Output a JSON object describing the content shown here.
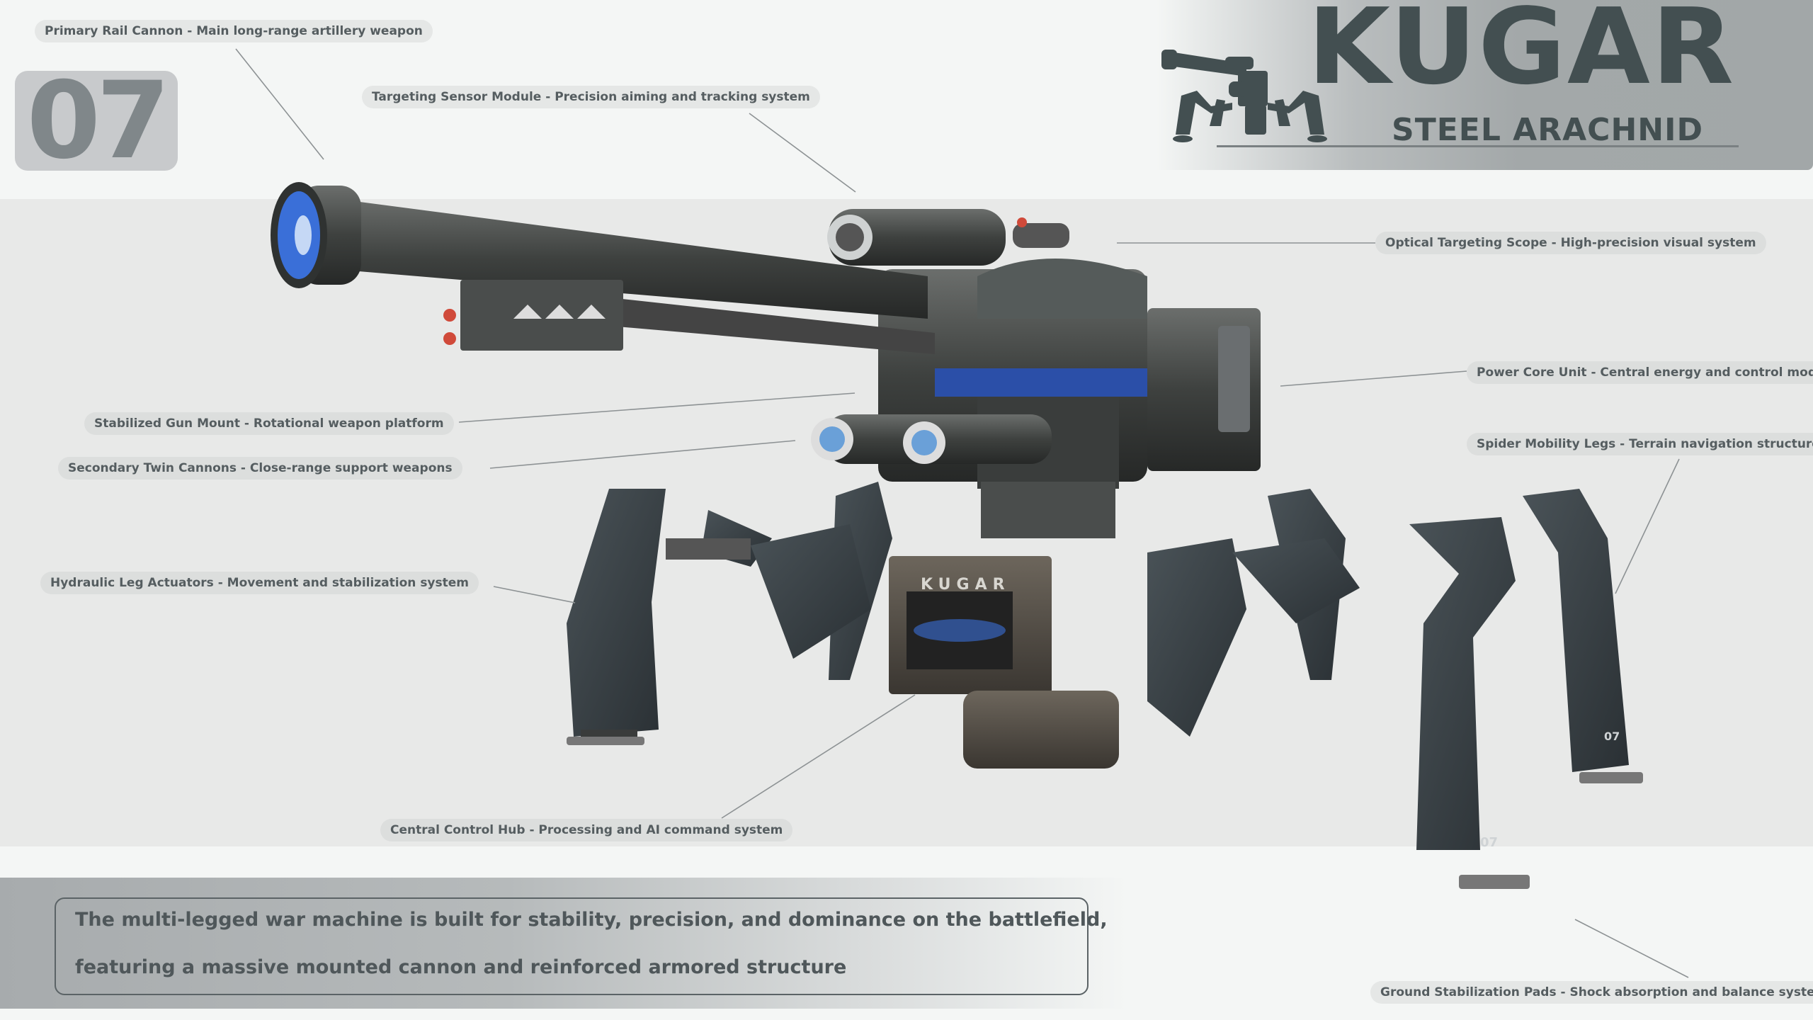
{
  "header": {
    "number_badge": "07",
    "brand_title": "KUGAR",
    "brand_subtitle": "STEEL ARACHNID"
  },
  "callouts": [
    {
      "id": "primary-rail-cannon",
      "label": "Primary Rail Cannon - Main long-range artillery weapon"
    },
    {
      "id": "targeting-sensor-module",
      "label": "Targeting Sensor Module - Precision aiming and tracking system"
    },
    {
      "id": "optical-targeting-scope",
      "label": "Optical Targeting Scope - High-precision visual system"
    },
    {
      "id": "power-core-unit",
      "label": "Power Core Unit - Central energy and control module"
    },
    {
      "id": "spider-mobility-legs",
      "label": "Spider Mobility Legs - Terrain navigation structure"
    },
    {
      "id": "stabilized-gun-mount",
      "label": "Stabilized Gun Mount - Rotational weapon platform"
    },
    {
      "id": "secondary-twin-cannons",
      "label": "Secondary Twin Cannons - Close-range support weapons"
    },
    {
      "id": "hydraulic-leg-actuators",
      "label": "Hydraulic Leg Actuators - Movement and stabilization system"
    },
    {
      "id": "central-control-hub",
      "label": "Central Control Hub - Processing and AI command system"
    },
    {
      "id": "ground-stabilization-pads",
      "label": "Ground Stabilization Pads - Shock absorption and balance system"
    }
  ],
  "robot_markings": {
    "hub_plate": "KUGAR",
    "leg_number": "07"
  },
  "description": {
    "line1": "The multi-legged war machine is built for stability, precision, and dominance on the battlefield,",
    "line2": "featuring a massive mounted cannon and reinforced armored structure"
  },
  "colors": {
    "accent_blue": "#3a6fd8",
    "brand_dark": "#434f51",
    "panel_grey": "#a3a8a9"
  }
}
